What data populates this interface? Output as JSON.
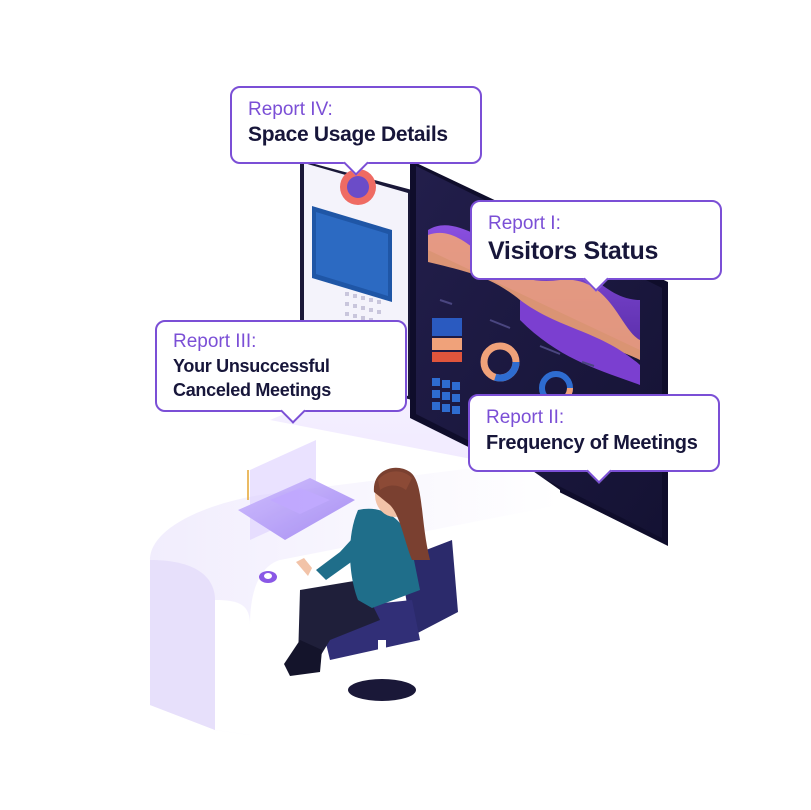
{
  "reports": [
    {
      "label": "Report IV:",
      "title": "Space Usage Details"
    },
    {
      "label": "Report I:",
      "title": "Visitors Status"
    },
    {
      "label": "Report III:",
      "title_line1": "Your Unsuccessful",
      "title_line2": "Canceled Meetings"
    },
    {
      "label": "Report II:",
      "title": "Frequency of Meetings"
    }
  ],
  "colors": {
    "accent": "#7b4fd6",
    "text_dark": "#17163a",
    "screen_dark": "#1b1840",
    "screen_purple": "#6e3bc2",
    "chart_orange": "#f0a27a",
    "panel_blue": "#1f56a6",
    "desk_lavender": "#ece6fb"
  }
}
